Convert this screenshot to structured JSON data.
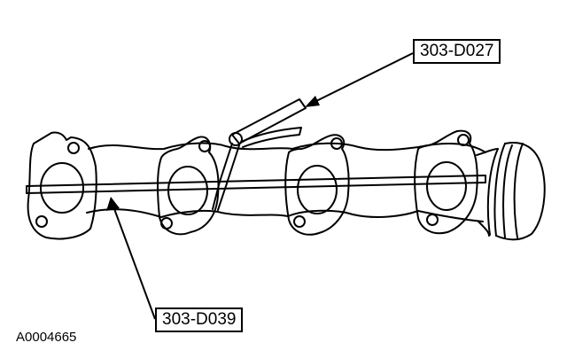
{
  "labels": {
    "tool_upper": "303-D027",
    "tool_lower": "303-D039"
  },
  "figure_id": "A0004665",
  "colors": {
    "line": "#000000",
    "background": "#ffffff"
  }
}
